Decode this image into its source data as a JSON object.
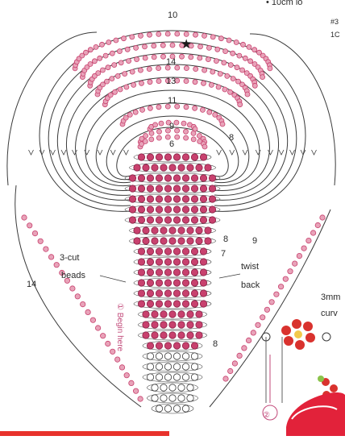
{
  "header": {
    "partial_text": "• 10cm lo",
    "right_code": "#3",
    "right_code2": "1C"
  },
  "row_numbers": {
    "top": "10",
    "r14": "14",
    "r13": "13",
    "r11": "11",
    "r9": "9",
    "r6": "6",
    "r8": "8",
    "r8b": "8",
    "r9b": "9",
    "r7": "7",
    "r14side": "14",
    "r8side": "8"
  },
  "annotations": {
    "three_cut_line1": "3-cut",
    "three_cut_line2": "beads",
    "twist_line1": "twist",
    "twist_line2": "back",
    "begin_here": "① Begin here",
    "three_mm_line1": "3mm",
    "three_mm_line2": "curv",
    "step_two": "②"
  },
  "colors": {
    "bead_main": "#c8416e",
    "bead_light": "#e8a3b9",
    "wire": "#3a3a3a",
    "pink_accent": "#c24a7a",
    "label_red": "#e8322c"
  }
}
